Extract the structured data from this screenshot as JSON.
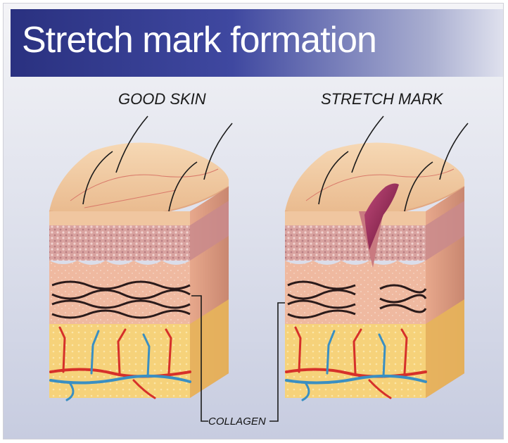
{
  "title": "Stretch mark formation",
  "labels": {
    "good_skin": "GOOD SKIN",
    "stretch_mark": "STRETCH  MARK",
    "collagen": "COLLAGEN"
  },
  "colors": {
    "banner": "#2a3180",
    "surface": "#f0c9a0",
    "epidermis": "#d8a9a0",
    "dermis": "#ebb39a",
    "fat": "#f5cf6e",
    "collagen_fibers": "#2a1a1a",
    "artery": "#d6302a",
    "vein": "#3a8fc2",
    "stretch_mark": "#8a1f4a"
  }
}
